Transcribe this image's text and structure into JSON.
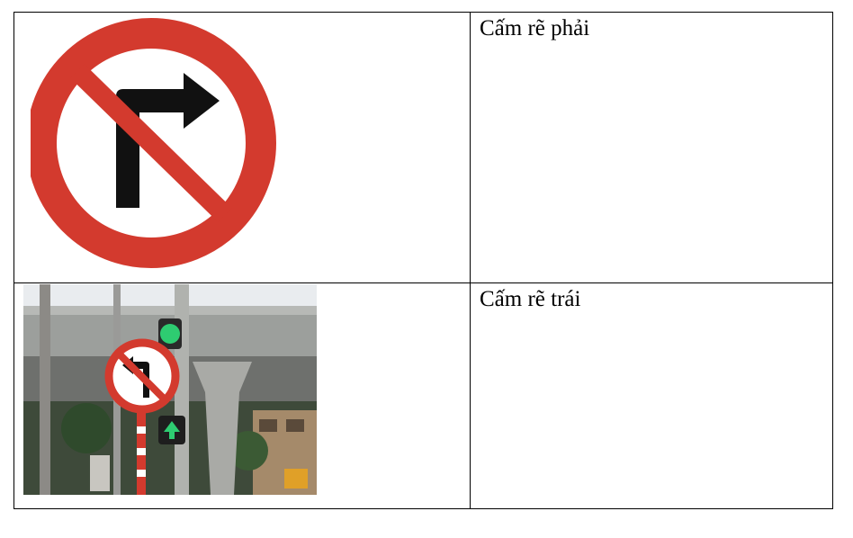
{
  "rows": [
    {
      "image_icon": "no-right-turn-sign-icon",
      "caption": "Cấm rẽ phải"
    },
    {
      "image_icon": "no-left-turn-sign-photo",
      "caption": "Cấm rẽ trái"
    }
  ],
  "colors": {
    "sign_red": "#d33a2e",
    "arrow_black": "#111111",
    "signal_green": "#2ecc71"
  }
}
